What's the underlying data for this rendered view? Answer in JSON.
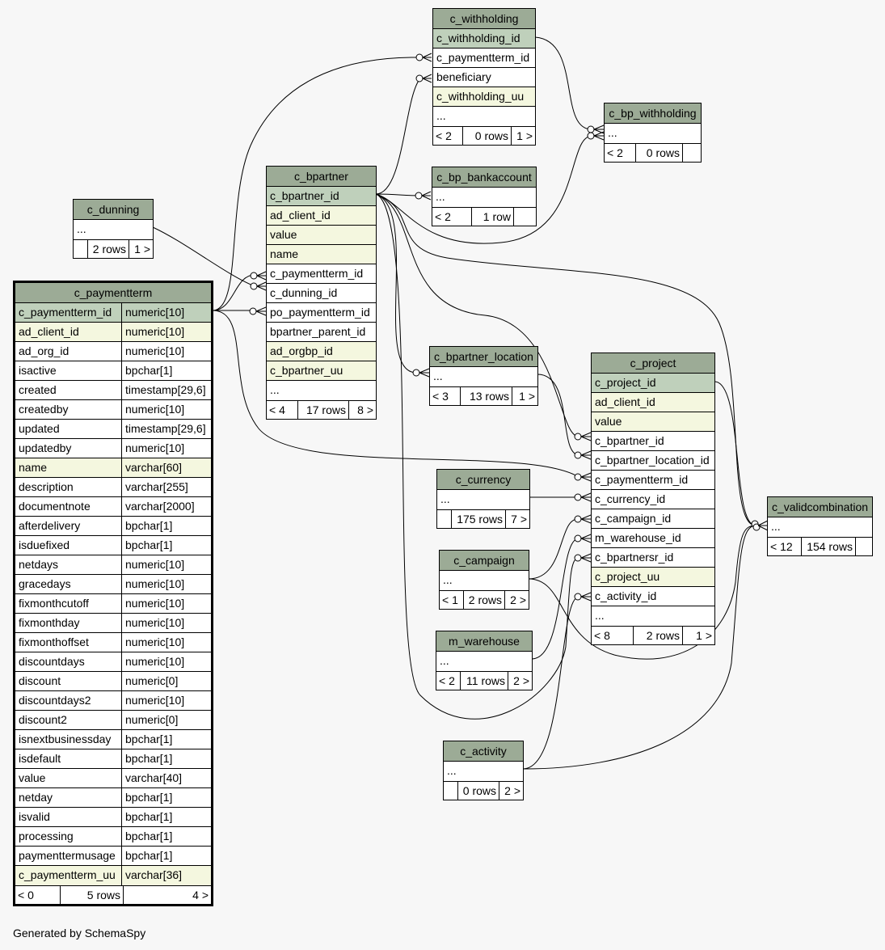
{
  "footer": "Generated by SchemaSpy",
  "tables": {
    "c_withholding": {
      "name": "c_withholding",
      "rows": [
        {
          "n": "c_withholding_id",
          "k": "pk"
        },
        {
          "n": "c_paymentterm_id",
          "k": ""
        },
        {
          "n": "beneficiary",
          "k": ""
        },
        {
          "n": "c_withholding_uu",
          "k": "idx"
        },
        {
          "n": "...",
          "k": ""
        }
      ],
      "parents": "< 2",
      "rowcount": "0 rows",
      "children": "1 >"
    },
    "c_bp_withholding": {
      "name": "c_bp_withholding",
      "rows": [
        {
          "n": "...",
          "k": ""
        }
      ],
      "parents": "< 2",
      "rowcount": "0 rows",
      "children": ""
    },
    "c_bpartner": {
      "name": "c_bpartner",
      "rows": [
        {
          "n": "c_bpartner_id",
          "k": "pk"
        },
        {
          "n": "ad_client_id",
          "k": "idx"
        },
        {
          "n": "value",
          "k": "idx"
        },
        {
          "n": "name",
          "k": "idx"
        },
        {
          "n": "c_paymentterm_id",
          "k": ""
        },
        {
          "n": "c_dunning_id",
          "k": ""
        },
        {
          "n": "po_paymentterm_id",
          "k": ""
        },
        {
          "n": "bpartner_parent_id",
          "k": ""
        },
        {
          "n": "ad_orgbp_id",
          "k": "idx"
        },
        {
          "n": "c_bpartner_uu",
          "k": "idx"
        },
        {
          "n": "...",
          "k": ""
        }
      ],
      "parents": "< 4",
      "rowcount": "17 rows",
      "children": "8 >"
    },
    "c_bp_bankaccount": {
      "name": "c_bp_bankaccount",
      "rows": [
        {
          "n": "...",
          "k": ""
        }
      ],
      "parents": "< 2",
      "rowcount": "1 row",
      "children": ""
    },
    "c_dunning": {
      "name": "c_dunning",
      "rows": [
        {
          "n": "...",
          "k": ""
        }
      ],
      "parents": "",
      "rowcount": "2 rows",
      "children": "1 >"
    },
    "c_paymentterm": {
      "name": "c_paymentterm",
      "rows": [
        {
          "n": "c_paymentterm_id",
          "t": "numeric[10]",
          "k": "pk"
        },
        {
          "n": "ad_client_id",
          "t": "numeric[10]",
          "k": "idx"
        },
        {
          "n": "ad_org_id",
          "t": "numeric[10]",
          "k": ""
        },
        {
          "n": "isactive",
          "t": "bpchar[1]",
          "k": ""
        },
        {
          "n": "created",
          "t": "timestamp[29,6]",
          "k": ""
        },
        {
          "n": "createdby",
          "t": "numeric[10]",
          "k": ""
        },
        {
          "n": "updated",
          "t": "timestamp[29,6]",
          "k": ""
        },
        {
          "n": "updatedby",
          "t": "numeric[10]",
          "k": ""
        },
        {
          "n": "name",
          "t": "varchar[60]",
          "k": "idx"
        },
        {
          "n": "description",
          "t": "varchar[255]",
          "k": ""
        },
        {
          "n": "documentnote",
          "t": "varchar[2000]",
          "k": ""
        },
        {
          "n": "afterdelivery",
          "t": "bpchar[1]",
          "k": ""
        },
        {
          "n": "isduefixed",
          "t": "bpchar[1]",
          "k": ""
        },
        {
          "n": "netdays",
          "t": "numeric[10]",
          "k": ""
        },
        {
          "n": "gracedays",
          "t": "numeric[10]",
          "k": ""
        },
        {
          "n": "fixmonthcutoff",
          "t": "numeric[10]",
          "k": ""
        },
        {
          "n": "fixmonthday",
          "t": "numeric[10]",
          "k": ""
        },
        {
          "n": "fixmonthoffset",
          "t": "numeric[10]",
          "k": ""
        },
        {
          "n": "discountdays",
          "t": "numeric[10]",
          "k": ""
        },
        {
          "n": "discount",
          "t": "numeric[0]",
          "k": ""
        },
        {
          "n": "discountdays2",
          "t": "numeric[10]",
          "k": ""
        },
        {
          "n": "discount2",
          "t": "numeric[0]",
          "k": ""
        },
        {
          "n": "isnextbusinessday",
          "t": "bpchar[1]",
          "k": ""
        },
        {
          "n": "isdefault",
          "t": "bpchar[1]",
          "k": ""
        },
        {
          "n": "value",
          "t": "varchar[40]",
          "k": ""
        },
        {
          "n": "netday",
          "t": "bpchar[1]",
          "k": ""
        },
        {
          "n": "isvalid",
          "t": "bpchar[1]",
          "k": ""
        },
        {
          "n": "processing",
          "t": "bpchar[1]",
          "k": ""
        },
        {
          "n": "paymenttermusage",
          "t": "bpchar[1]",
          "k": ""
        },
        {
          "n": "c_paymentterm_uu",
          "t": "varchar[36]",
          "k": "idx"
        }
      ],
      "parents": "< 0",
      "rowcount": "5 rows",
      "children": "4 >"
    },
    "c_bpartner_location": {
      "name": "c_bpartner_location",
      "rows": [
        {
          "n": "...",
          "k": ""
        }
      ],
      "parents": "< 3",
      "rowcount": "13 rows",
      "children": "1 >"
    },
    "c_project": {
      "name": "c_project",
      "rows": [
        {
          "n": "c_project_id",
          "k": "pk"
        },
        {
          "n": "ad_client_id",
          "k": "idx"
        },
        {
          "n": "value",
          "k": "idx"
        },
        {
          "n": "c_bpartner_id",
          "k": ""
        },
        {
          "n": "c_bpartner_location_id",
          "k": ""
        },
        {
          "n": "c_paymentterm_id",
          "k": ""
        },
        {
          "n": "c_currency_id",
          "k": ""
        },
        {
          "n": "c_campaign_id",
          "k": ""
        },
        {
          "n": "m_warehouse_id",
          "k": ""
        },
        {
          "n": "c_bpartnersr_id",
          "k": ""
        },
        {
          "n": "c_project_uu",
          "k": "idx"
        },
        {
          "n": "c_activity_id",
          "k": ""
        },
        {
          "n": "...",
          "k": ""
        }
      ],
      "parents": "< 8",
      "rowcount": "2 rows",
      "children": "1 >"
    },
    "c_currency": {
      "name": "c_currency",
      "rows": [
        {
          "n": "...",
          "k": ""
        }
      ],
      "parents": "",
      "rowcount": "175 rows",
      "children": "7 >"
    },
    "c_validcombination": {
      "name": "c_validcombination",
      "rows": [
        {
          "n": "...",
          "k": ""
        }
      ],
      "parents": "< 12",
      "rowcount": "154 rows",
      "children": ""
    },
    "c_campaign": {
      "name": "c_campaign",
      "rows": [
        {
          "n": "...",
          "k": ""
        }
      ],
      "parents": "< 1",
      "rowcount": "2 rows",
      "children": "2 >"
    },
    "m_warehouse": {
      "name": "m_warehouse",
      "rows": [
        {
          "n": "...",
          "k": ""
        }
      ],
      "parents": "< 2",
      "rowcount": "11 rows",
      "children": "2 >"
    },
    "c_activity": {
      "name": "c_activity",
      "rows": [
        {
          "n": "...",
          "k": ""
        }
      ],
      "parents": "",
      "rowcount": "0 rows",
      "children": "2 >"
    }
  },
  "colors": {
    "header": "#9cab96",
    "primary_key": "#bfd0bb",
    "indexed": "#f4f7df",
    "background": "#f7f7f7"
  }
}
